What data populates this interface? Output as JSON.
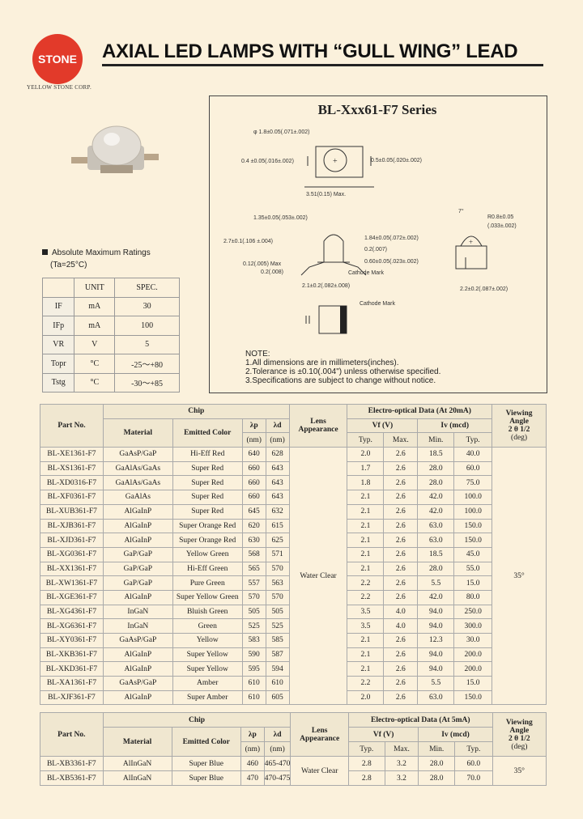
{
  "brand": {
    "logo_text": "STONE",
    "logo_subtext": "YELLOW STONE CORP."
  },
  "page_title": "AXIAL LED LAMPS WITH “GULL WING” LEAD",
  "series_title": "BL-Xxx61-F7 Series",
  "drawing": {
    "dim1": "φ 1.8±0.05(.071±.002)",
    "dim2": "0.4 ±0.05(.016±.002)",
    "dim3": "0.5±0.05(.020±.002)",
    "dim4": "3.51(0.15) Max.",
    "dim5": "1.35±0.05(.053±.002)",
    "dim6": "2.7±0.1(.106 ±.004)",
    "dim7": "0.12(.005) Max",
    "dim8": "0.2(.008)",
    "dim9": "1.84±0.05(.072±.002)",
    "dim10": "0.2(.007)",
    "dim11": "0.60±0.05(.023±.002)",
    "dim12": "Cathode Mark",
    "dim13": "2.1±0.2(.082±.008)",
    "dim14": "7°",
    "dim15": "R0.8±0.05",
    "dim16": "(.033±.002)",
    "dim17": "2.2±0.2(.087±.002)",
    "cathode_label": "Cathode Mark"
  },
  "notes": [
    "NOTE:",
    "1.All dimensions are in millimeters(inches).",
    "2.Tolerance is ±0.10(.004\") unless otherwise specified.",
    "3.Specifications are subject to change without notice."
  ],
  "abs_max": {
    "heading": "Absolute Maximum Ratings",
    "condition": "(Ta=25°C)",
    "headers": [
      "",
      "UNIT",
      "SPEC."
    ],
    "rows": [
      [
        "IF",
        "mA",
        "30"
      ],
      [
        "IFp",
        "mA",
        "100"
      ],
      [
        "VR",
        "V",
        "5"
      ],
      [
        "Topr",
        "°C",
        "-25～+80"
      ],
      [
        "Tstg",
        "°C",
        "-30～+85"
      ]
    ]
  },
  "table1": {
    "part_no": "Part No.",
    "chip": "Chip",
    "material": "Material",
    "emitted_color": "Emitted Color",
    "lambda_p": "λp",
    "lambda_d": "λd",
    "nm": "(nm)",
    "lens": "Lens",
    "appearance": "Appearance",
    "eo_header": "Electro-optical Data (At 20mA)",
    "vf": "Vf (V)",
    "iv": "Iv (mcd)",
    "typ": "Typ.",
    "max": "Max.",
    "min": "Min.",
    "typ2": "Typ.",
    "viewing": "Viewing",
    "angle": "Angle",
    "theta": "2 θ 1/2",
    "deg": "(deg)",
    "lens_value": "Water Clear",
    "angle_value": "35°",
    "rows": [
      [
        "BL-XE1361-F7",
        "GaAsP/GaP",
        "Hi-Eff Red",
        "640",
        "628",
        "2.0",
        "2.6",
        "18.5",
        "40.0"
      ],
      [
        "BL-XS1361-F7",
        "GaAlAs/GaAs",
        "Super Red",
        "660",
        "643",
        "1.7",
        "2.6",
        "28.0",
        "60.0"
      ],
      [
        "BL-XD0316-F7",
        "GaAlAs/GaAs",
        "Super Red",
        "660",
        "643",
        "1.8",
        "2.6",
        "28.0",
        "75.0"
      ],
      [
        "BL-XF0361-F7",
        "GaAlAs",
        "Super Red",
        "660",
        "643",
        "2.1",
        "2.6",
        "42.0",
        "100.0"
      ],
      [
        "BL-XUB361-F7",
        "AlGaInP",
        "Super Red",
        "645",
        "632",
        "2.1",
        "2.6",
        "42.0",
        "100.0"
      ],
      [
        "BL-XJB361-F7",
        "AlGaInP",
        "Super Orange Red",
        "620",
        "615",
        "2.1",
        "2.6",
        "63.0",
        "150.0"
      ],
      [
        "BL-XJD361-F7",
        "AlGaInP",
        "Super Orange Red",
        "630",
        "625",
        "2.1",
        "2.6",
        "63.0",
        "150.0"
      ],
      [
        "BL-XG0361-F7",
        "GaP/GaP",
        "Yellow Green",
        "568",
        "571",
        "2.1",
        "2.6",
        "18.5",
        "45.0"
      ],
      [
        "BL-XX1361-F7",
        "GaP/GaP",
        "Hi-Eff Green",
        "565",
        "570",
        "2.1",
        "2.6",
        "28.0",
        "55.0"
      ],
      [
        "BL-XW1361-F7",
        "GaP/GaP",
        "Pure Green",
        "557",
        "563",
        "2.2",
        "2.6",
        "5.5",
        "15.0"
      ],
      [
        "BL-XGE361-F7",
        "AlGaInP",
        "Super Yellow Green",
        "570",
        "570",
        "2.2",
        "2.6",
        "42.0",
        "80.0"
      ],
      [
        "BL-XG4361-F7",
        "InGaN",
        "Bluish Green",
        "505",
        "505",
        "3.5",
        "4.0",
        "94.0",
        "250.0"
      ],
      [
        "BL-XG6361-F7",
        "InGaN",
        "Green",
        "525",
        "525",
        "3.5",
        "4.0",
        "94.0",
        "300.0"
      ],
      [
        "BL-XY0361-F7",
        "GaAsP/GaP",
        "Yellow",
        "583",
        "585",
        "2.1",
        "2.6",
        "12.3",
        "30.0"
      ],
      [
        "BL-XKB361-F7",
        "AlGaInP",
        "Super Yellow",
        "590",
        "587",
        "2.1",
        "2.6",
        "94.0",
        "200.0"
      ],
      [
        "BL-XKD361-F7",
        "AlGaInP",
        "Super Yellow",
        "595",
        "594",
        "2.1",
        "2.6",
        "94.0",
        "200.0"
      ],
      [
        "BL-XA1361-F7",
        "GaAsP/GaP",
        "Amber",
        "610",
        "610",
        "2.2",
        "2.6",
        "5.5",
        "15.0"
      ],
      [
        "BL-XJF361-F7",
        "AlGaInP",
        "Super Amber",
        "610",
        "605",
        "2.0",
        "2.6",
        "63.0",
        "150.0"
      ]
    ]
  },
  "table2": {
    "part_no": "Part No.",
    "chip": "Chip",
    "material": "Material",
    "emitted_color": "Emitted Color",
    "lambda_p": "λp",
    "lambda_d": "λd",
    "nm": "(nm)",
    "lens": "Lens",
    "appearance": "Appearance",
    "eo_header": "Electro-optical Data (At 5mA)",
    "vf": "Vf (V)",
    "iv": "Iv (mcd)",
    "typ": "Typ.",
    "max": "Max.",
    "min": "Min.",
    "typ2": "Typ.",
    "viewing": "Viewing",
    "angle": "Angle",
    "theta": "2 θ 1/2",
    "deg": "(deg)",
    "lens_value": "Water Clear",
    "angle_value": "35°",
    "rows": [
      [
        "BL-XB3361-F7",
        "AlInGaN",
        "Super Blue",
        "460",
        "465-470",
        "2.8",
        "3.2",
        "28.0",
        "60.0"
      ],
      [
        "BL-XB5361-F7",
        "AlInGaN",
        "Super Blue",
        "470",
        "470-475",
        "2.8",
        "3.2",
        "28.0",
        "70.0"
      ]
    ]
  }
}
